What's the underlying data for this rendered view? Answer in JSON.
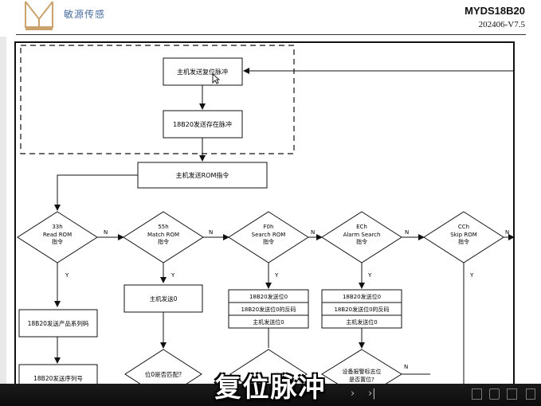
{
  "header": {
    "brand": "敏源传感",
    "model": "MYDS18B20",
    "version": "202406-V7.5"
  },
  "flowchart": {
    "reset_pulse": "主机发送复位脉冲",
    "presence_pulse": "18B20发送存在脉冲",
    "rom_command": "主机发送ROM指令",
    "decisions": [
      {
        "code": "33h",
        "name": "Read ROM",
        "suffix": "指令"
      },
      {
        "code": "55h",
        "name": "Match ROM",
        "suffix": "指令"
      },
      {
        "code": "F0h",
        "name": "Search ROM",
        "suffix": "指令"
      },
      {
        "code": "ECh",
        "name": "Alarm Search",
        "suffix": "指令"
      },
      {
        "code": "CCh",
        "name": "Skip ROM",
        "suffix": "指令"
      }
    ],
    "n_label": "N",
    "y_label": "Y",
    "read_rom_box1": "18B20发送产品系列码",
    "read_rom_box2": "18B20发送序列号",
    "match_box": "主机发送0",
    "match_decision": "位0是否匹配?",
    "search_rows": [
      "18B20发送位0",
      "18B20发送位0的反码",
      "主机发送位0"
    ],
    "alarm_rows": [
      "18B20发送位0",
      "18B20发送位0的反码",
      "主机发送位0"
    ],
    "alarm_decision_1": "设备报警标志位",
    "alarm_decision_2": "是否置位?"
  },
  "viewer": {
    "subtitle": "复位脉冲",
    "next_icon": "chevron-right-icon",
    "last_icon": "skip-last-icon"
  }
}
